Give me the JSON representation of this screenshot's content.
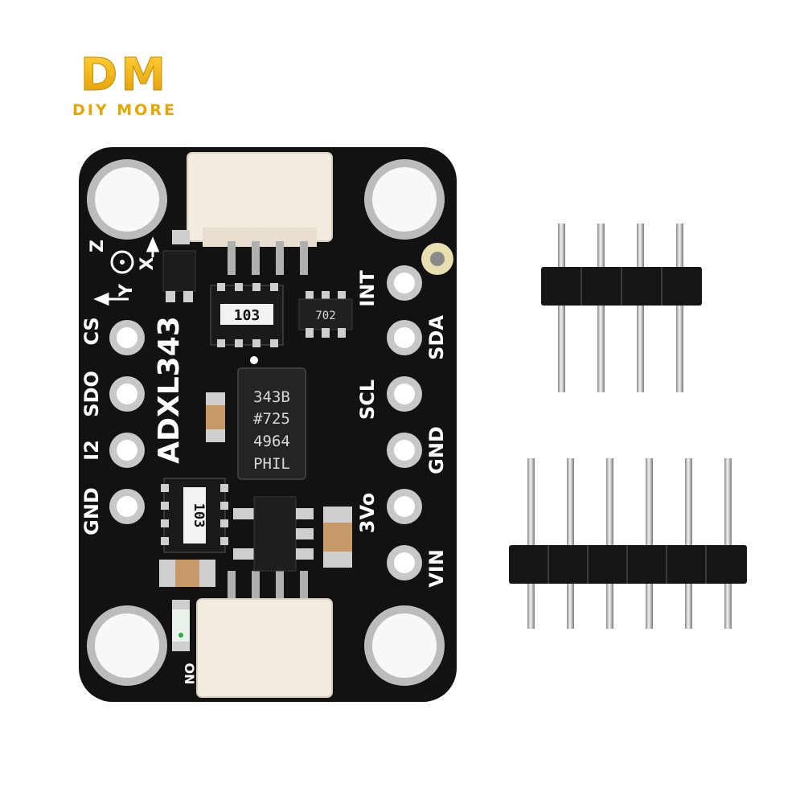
{
  "brand": {
    "logo_text": "DM",
    "tagline": "DIY MORE",
    "color": "#f0b400"
  },
  "board": {
    "name": "ADXL343",
    "axes": {
      "z": "Z",
      "y": "Y",
      "x": "X"
    },
    "left_pins": [
      "CS",
      "SDO",
      "I2",
      "GND"
    ],
    "right_pins": [
      "INT",
      "SDA",
      "SCL",
      "GND",
      "3Vo",
      "VIN"
    ],
    "led_label": "ON",
    "colors": {
      "pcb": "#121212",
      "pad": "#c8c8c8",
      "connector": "#f2ebe0"
    }
  },
  "chips": {
    "main": [
      "343B",
      "#725",
      "4964",
      "PHIL"
    ],
    "mosfet": "702"
  },
  "resistors": {
    "top": "103",
    "bottom": "103"
  },
  "headers": {
    "four_pin": 4,
    "six_pin": 6
  }
}
